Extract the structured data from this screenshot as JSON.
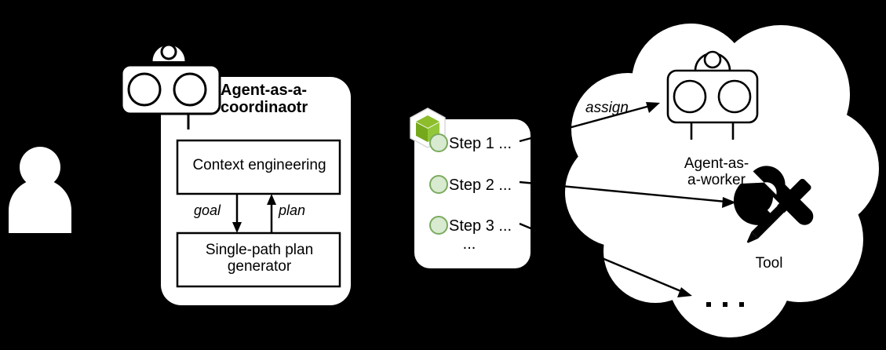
{
  "diagram": {
    "title": "Agent-as-a-coordinator single-path planning architecture",
    "background_color": "#000000",
    "shape_color": "#ffffff",
    "stroke_color": "#000000",
    "accent_green": "#7ab317",
    "step_dot_fill": "#d8ead0",
    "step_dot_stroke": "#7aab5e"
  },
  "user": {
    "icon": "person-icon"
  },
  "coordinator": {
    "title": "Agent-as-a-\ncoordinaotr",
    "robot_icon": "robot-head-icon",
    "context_box": {
      "label": "Context engineering"
    },
    "generator_box": {
      "label": "Single-path plan\ngenerator"
    },
    "edges": [
      {
        "label": "goal",
        "direction": "down"
      },
      {
        "label": "plan",
        "direction": "up"
      }
    ]
  },
  "plan_card": {
    "cube_icon": "green-cube-icon",
    "steps": [
      {
        "label": "Step 1 ...",
        "dot": "green-circle-icon"
      },
      {
        "label": "Step 2 ...",
        "dot": "green-circle-icon"
      },
      {
        "label": "Step 3 ...",
        "dot": "green-circle-icon"
      }
    ],
    "ellipsis": "..."
  },
  "cloud": {
    "assign_label": "assign",
    "worker": {
      "label": "Agent-as-\na-worker",
      "robot_icon": "robot-head-icon"
    },
    "tool": {
      "label": "Tool",
      "icon": "wrench-screwdriver-icon"
    },
    "more_indicator": "..."
  }
}
